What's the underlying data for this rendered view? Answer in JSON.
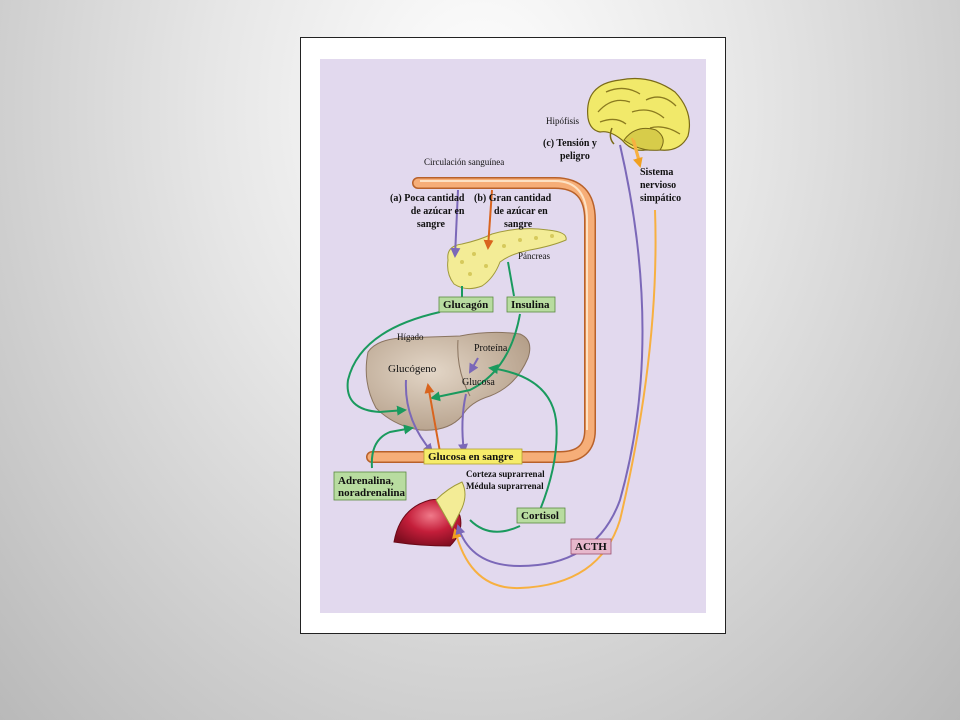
{
  "diagram": {
    "colors": {
      "background_panel": "#e2d9ee",
      "blood_vessel": "#f2a46a",
      "green_arrows": "#1a9a5e",
      "purple_arrows": "#7b68b8",
      "orange_arrows": "#d9641e",
      "nervous_pathway": "#f7b040",
      "label_box_green": "#b8dca0",
      "label_box_pink": "#e7b8cc",
      "label_box_yellow": "#f6ec6a",
      "brain": "#f1e96a",
      "liver": "#c7b5a2",
      "pancreas": "#f4ee9a",
      "adrenal_gland": "#c41e3a"
    },
    "labels": {
      "pituitary": "Hipófisis",
      "stress": [
        "(c) Tensión y",
        "peligro"
      ],
      "sympathetic": [
        "Sistema",
        "nervioso",
        "simpático"
      ],
      "circulation": "Circulación sanguínea",
      "low_sugar": [
        "(a) Poca cantidad",
        "de azúcar en",
        "sangre"
      ],
      "high_sugar": [
        "(b) Gran cantidad",
        "de azúcar en",
        "sangre"
      ],
      "pancreas": "Páncreas",
      "liver": "Hígado",
      "glycogen": "Glucógeno",
      "protein": "Proteína",
      "glucose": "Glucosa",
      "adrenal_cortex": "Corteza suprarrenal",
      "adrenal_medulla": "Médula suprarrenal"
    },
    "boxes": {
      "glucagon": "Glucagón",
      "insulin": "Insulina",
      "blood_glucose": "Glucosa en sangre",
      "adrenaline": [
        "Adrenalina,",
        "noradrenalina"
      ],
      "cortisol": "Cortisol",
      "acth": "ACTH"
    }
  }
}
